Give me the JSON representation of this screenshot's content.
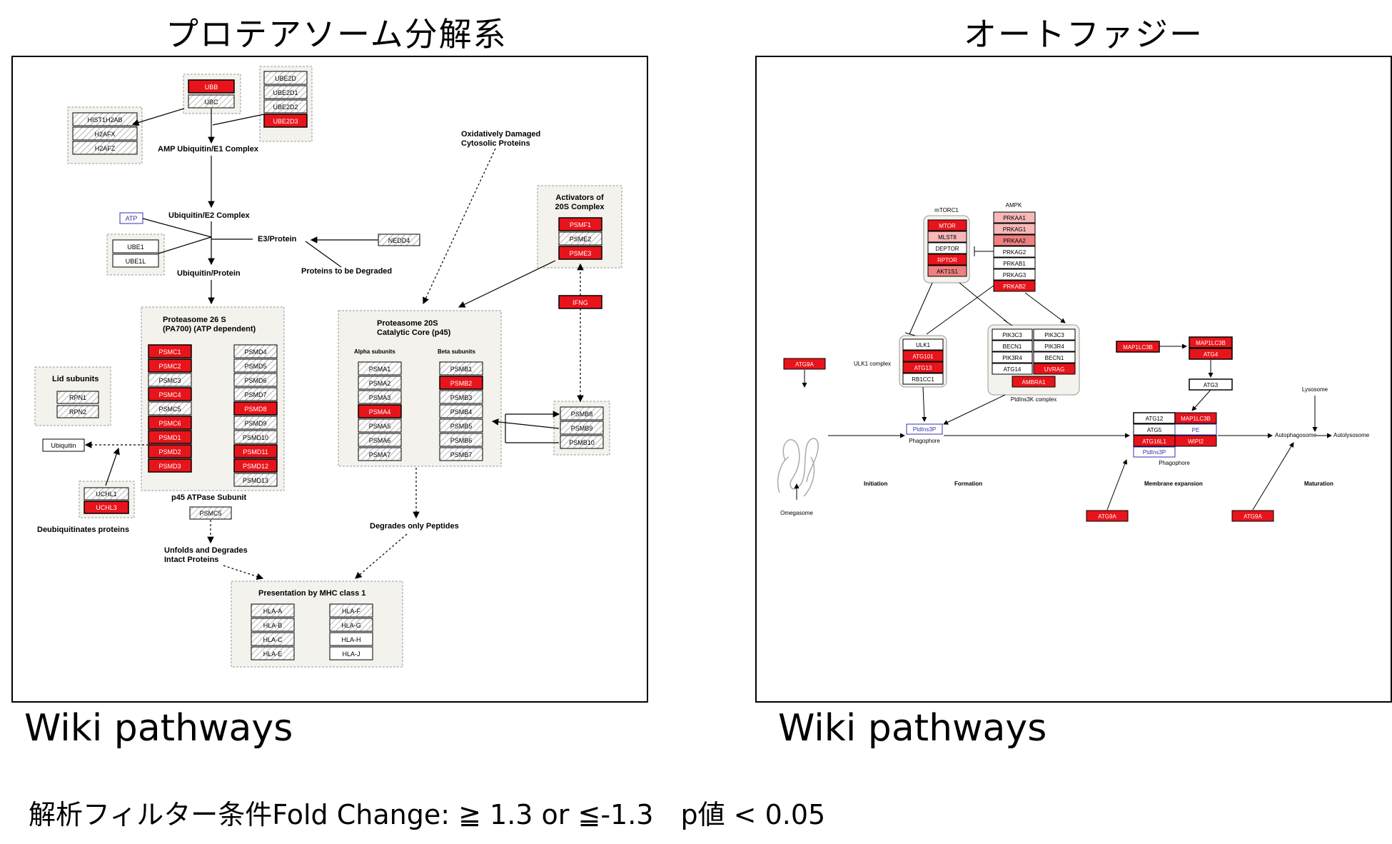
{
  "left": {
    "title": "プロテアソーム分解系",
    "footer": "Wiki pathways",
    "labels": {
      "amp": "AMP Ubiquitin/E1 Complex",
      "e2": "Ubiquitin/E2 Complex",
      "e3": "E3/Protein",
      "atp": "ATP",
      "degraded": "Proteins to be Degraded",
      "ubprot": "Ubiquitin/Protein",
      "oxid1": "Oxidatively Damaged",
      "oxid2": "Cytosolic Proteins",
      "act1": "Activators of",
      "act2": "20S Complex",
      "p26a": "Proteasome 26 S",
      "p26b": "(PA700) (ATP dependent)",
      "p20a": "Proteasome 20S",
      "p20b": "Catalytic Core (p45)",
      "alpha": "Alpha subunits",
      "beta": "Beta subunits",
      "lid": "Lid subunits",
      "ubiquitin": "Ubiquitin",
      "deub": "Deubiquitinates proteins",
      "p45": "p45 ATPase Subunit",
      "unf1": "Unfolds and Degrades",
      "unf2": "Intact Proteins",
      "degpep": "Degrades only Peptides",
      "mhc": "Presentation by MHC class 1"
    }
  },
  "right": {
    "title": "オートファジー",
    "footer": "Wiki pathways",
    "labels": {
      "mtorc1": "mTORC1",
      "ampk": "AMPK",
      "ulk1": "ULK1 complex",
      "pi3k": "PtdIns3K complex",
      "ptdins": "PtdIns3P",
      "phago": "Phagophore",
      "phago2": "Phagophore",
      "omega": "Omegasome",
      "initiation": "Initiation",
      "formation": "Formation",
      "membrane": "Membrane expansion",
      "maturation": "Maturation",
      "autophago": "Autophagosome",
      "autolyso": "Autolysosome",
      "lysosome": "Lysosome"
    }
  },
  "caption": "解析フィルター条件Fold Change: ≧ 1.3 or ≦-1.3　p値 < 0.05",
  "colors": {
    "up": "#e8141b",
    "up_light": "#f08080",
    "up_pale": "#f6b8b8",
    "hatch": "#888888"
  },
  "genes": {
    "ubb": "UBB",
    "ubc": "UBC",
    "ube2d": [
      "UBE2D",
      "UBE2D1",
      "UBE2D2",
      "UBE2D3"
    ],
    "hist": [
      "HIST1H2AB",
      "H2AFX",
      "H2AFZ"
    ],
    "ube1": [
      "UBE1",
      "UBE1L"
    ],
    "nedd4": "NEDD4",
    "psmf": [
      "PSMF1",
      "PSME2",
      "PSME3"
    ],
    "ifng": "IFNG",
    "psmc": [
      "PSMC1",
      "PSMC2",
      "PSMC3",
      "PSMC4",
      "PSMC5",
      "PSMC6",
      "PSMD1",
      "PSMD2",
      "PSMD3"
    ],
    "psmd": [
      "PSMD4",
      "PSMD5",
      "PSMD6",
      "PSMD7",
      "PSMD8",
      "PSMD9",
      "PSMD10",
      "PSMD11",
      "PSMD12",
      "PSMD13"
    ],
    "psma": [
      "PSMA1",
      "PSMA2",
      "PSMA3",
      "PSMA4",
      "PSMA5",
      "PSMA6",
      "PSMA7"
    ],
    "psmb": [
      "PSMB1",
      "PSMB2",
      "PSMB3",
      "PSMB4",
      "PSMB5",
      "PSMB6",
      "PSMB7"
    ],
    "psmb8": [
      "PSMB8",
      "PSMB9",
      "PSMB10"
    ],
    "lid": [
      "RPN1",
      "RPN2"
    ],
    "uchl": [
      "UCHL1",
      "UCHL3"
    ],
    "psmc5b": "PSMC5",
    "hla1": [
      "HLA-A",
      "HLA-B",
      "HLA-C",
      "HLA-E"
    ],
    "hla2": [
      "HLA-F",
      "HLA-G",
      "HLA-H",
      "HLA-J"
    ],
    "mtorc1": [
      "MTOR",
      "MLST8",
      "DEPTOR",
      "RPTOR",
      "AKT1S1"
    ],
    "ampk": [
      "PRKAA1",
      "PRKAG1",
      "PRKAA2",
      "PRKAG2",
      "PRKAB1",
      "PRKAG3",
      "PRKAB2"
    ],
    "ulk": [
      "ULK1",
      "ATG101",
      "ATG13",
      "RB1CC1"
    ],
    "pi3k_l": [
      "PIK3C3",
      "BECN1",
      "PIK3R4",
      "ATG14"
    ],
    "pi3k_r": [
      "PIK3C3",
      "PIK3R4",
      "BECN1",
      "UVRAG"
    ],
    "ambra": "AMBRA1",
    "atg9a": "ATG9A",
    "map1lc3b": "MAP1LC3B",
    "atg4_top": [
      "MAP1LC3B",
      "ATG4"
    ],
    "atg3": "ATG3",
    "exp_l": [
      "ATG12",
      "ATG5",
      "ATG16L1"
    ],
    "exp_r": [
      "MAP1LC3B",
      "PE",
      "WIPI2"
    ],
    "ptdins2": "PtdIns3P"
  }
}
